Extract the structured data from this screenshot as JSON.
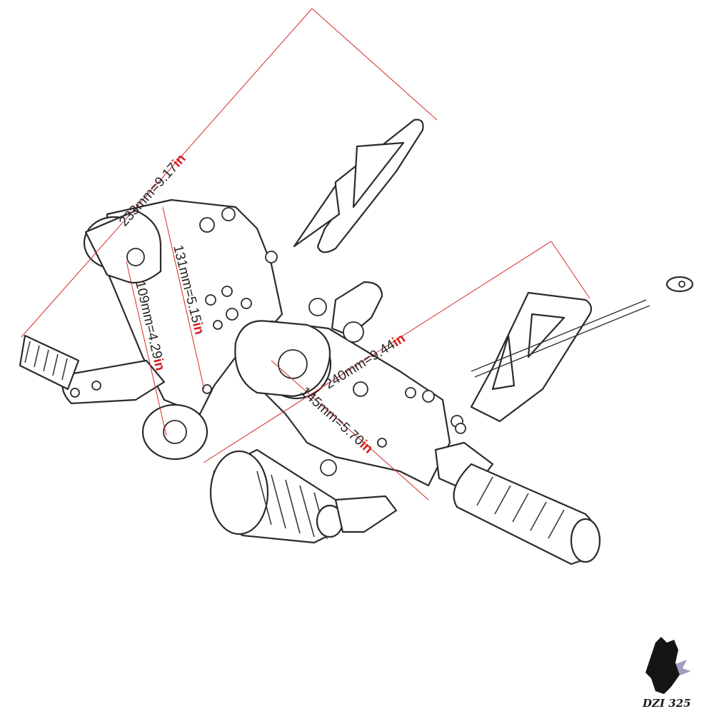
{
  "colors": {
    "dimension_line": "#d62a2a",
    "unit_text": "#d81e1e",
    "sketch_stroke": "#2b2b2b",
    "background": "#ffffff"
  },
  "dimensions": {
    "overall_length": {
      "value": "233mm=9.17",
      "unit": "in"
    },
    "right_length": {
      "value": "240mm=9.44",
      "unit": "in"
    },
    "center_height": {
      "value": "131mm=5.15",
      "unit": "in"
    },
    "left_height": {
      "value": "109mm=4.29",
      "unit": "in"
    },
    "bottom_span": {
      "value": "145mm=5.70",
      "unit": "in"
    }
  },
  "watermark": {
    "text": "DZI 325",
    "icon": "horse-head-icon"
  }
}
